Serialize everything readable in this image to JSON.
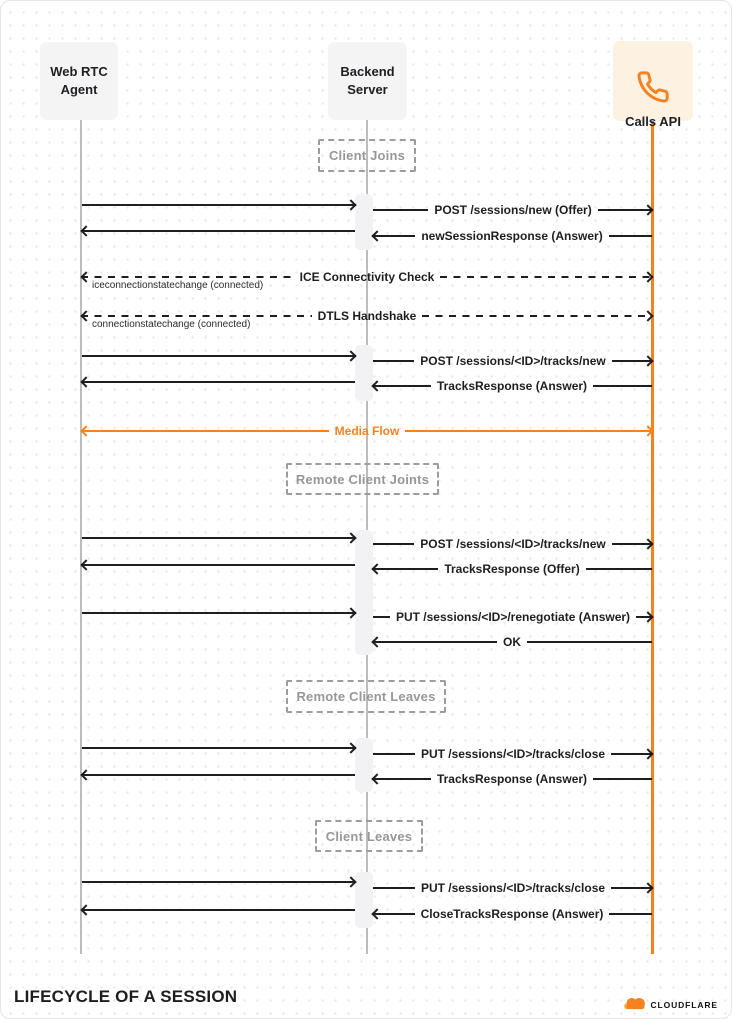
{
  "actors": {
    "webrtc": {
      "label": "Web RTC\nAgent"
    },
    "backend": {
      "label": "Backend\nServer"
    },
    "calls": {
      "label": "Calls API"
    }
  },
  "sections": {
    "client_joins": "Client Joins",
    "remote_client_joins": "Remote Client Joints",
    "remote_client_leaves": "Remote Client Leaves",
    "client_leaves": "Client Leaves"
  },
  "messages": {
    "post_sessions_new": "POST /sessions/new (Offer)",
    "new_session_response": "newSessionResponse (Answer)",
    "ice_check": "ICE Connectivity Check",
    "ice_note": "iceconnectionstatechange (connected)",
    "dtls_handshake": "DTLS Handshake",
    "dtls_note": "connectionstatechange (connected)",
    "post_tracks_new_1": "POST /sessions/<ID>/tracks/new",
    "tracks_response_answer_1": "TracksResponse (Answer)",
    "media_flow": "Media Flow",
    "post_tracks_new_2": "POST /sessions/<ID>/tracks/new",
    "tracks_response_offer": "TracksResponse (Offer)",
    "put_renegotiate": "PUT /sessions/<ID>/renegotiate (Answer)",
    "ok": "OK",
    "put_tracks_close_1": "PUT /sessions/<ID>/tracks/close",
    "tracks_response_answer_2": "TracksResponse (Answer)",
    "put_tracks_close_2": "PUT /sessions/<ID>/tracks/close",
    "close_tracks_response": "CloseTracksResponse (Answer)"
  },
  "footer": {
    "title": "LIFECYCLE OF A SESSION",
    "brand": "CLOUDFLARE"
  },
  "colors": {
    "accent": "#f6821f",
    "accent_light": "#fbad41",
    "calls_box_bg": "#fdf1e2",
    "actor_box_bg": "#f4f4f5",
    "ink": "#1e1e20",
    "muted": "#97979b"
  }
}
